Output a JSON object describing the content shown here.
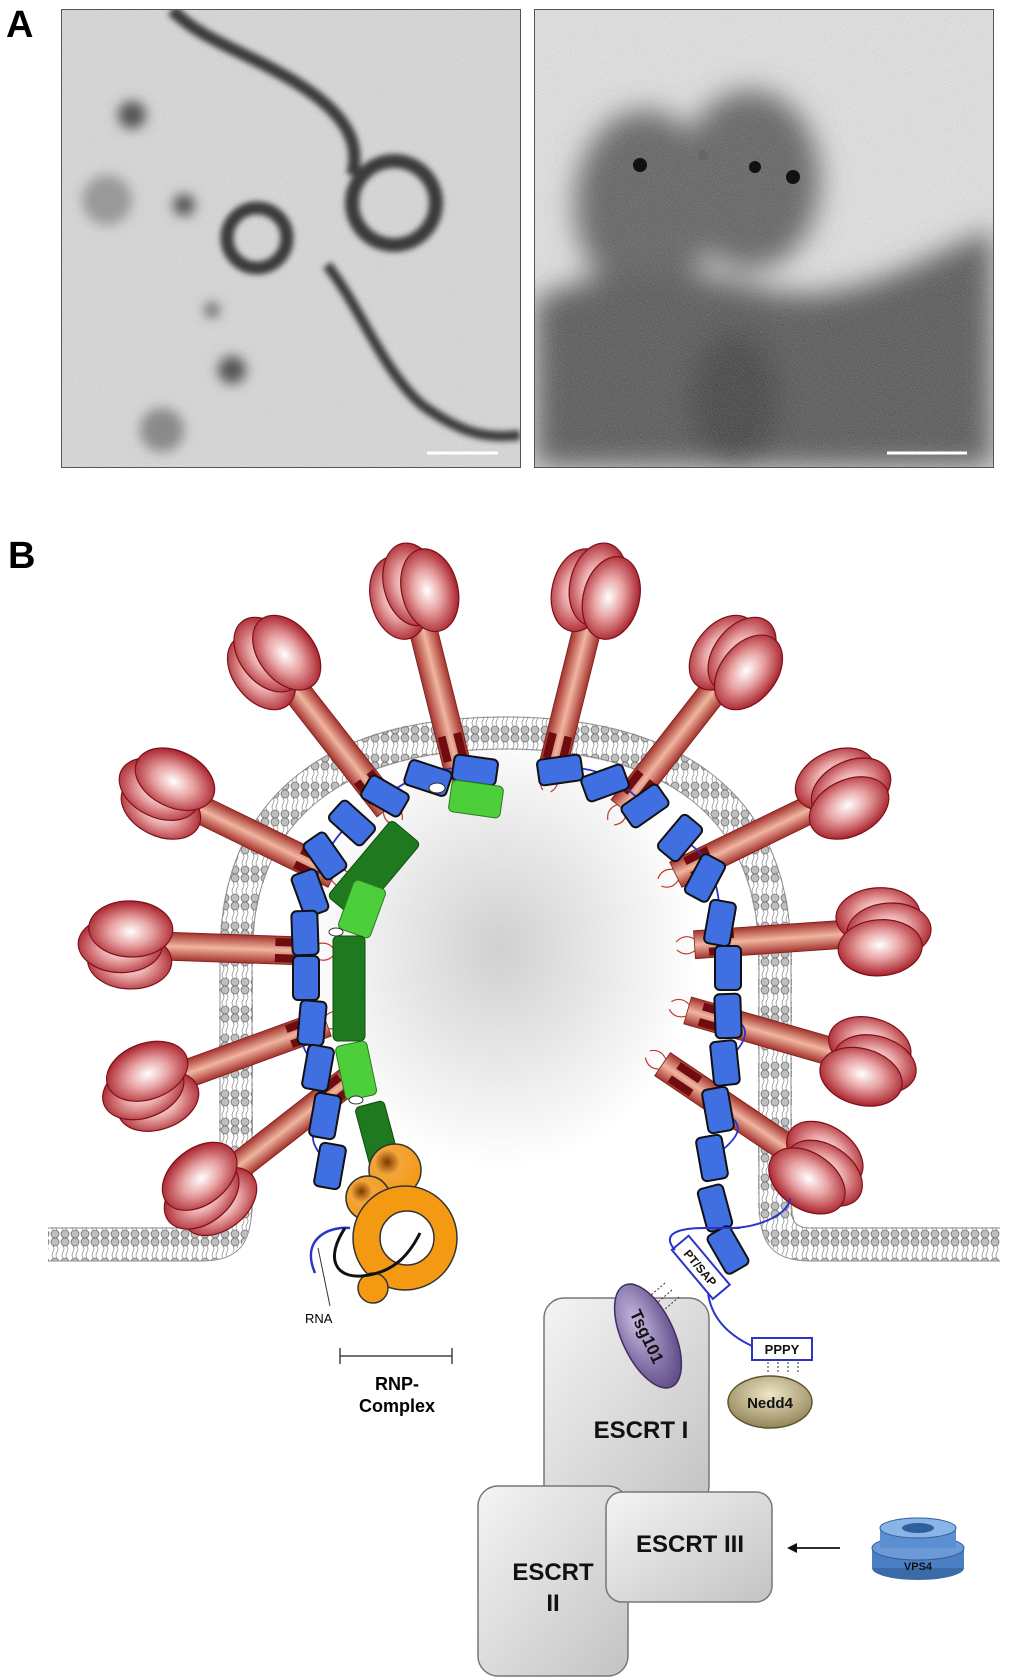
{
  "panels": {
    "a_label": "A",
    "b_label": "B"
  },
  "diagram": {
    "rna_label": "RNA",
    "rnp_line1": "RNP-",
    "rnp_line2": "Complex",
    "tsg101": "Tsg101",
    "pt_sap": "PT/SAP",
    "pppy": "PPPY",
    "nedd4": "Nedd4",
    "escrt1": "ESCRT I",
    "escrt2_line1": "ESCRT",
    "escrt2_line2": "II",
    "escrt3": "ESCRT III",
    "vps4": "VPS4"
  },
  "colors": {
    "spike": "#b5232b",
    "matrix": "#3f6fe0",
    "nucleoprotein_dark": "#1f7a1f",
    "nucleoprotein_light": "#4ccf3a",
    "polymerase": "#f39a12",
    "escrt": "#cfcfcf",
    "tsg101": "#6f5a96",
    "nedd4": "#a89a6a",
    "vps4": "#4a7fc4"
  }
}
